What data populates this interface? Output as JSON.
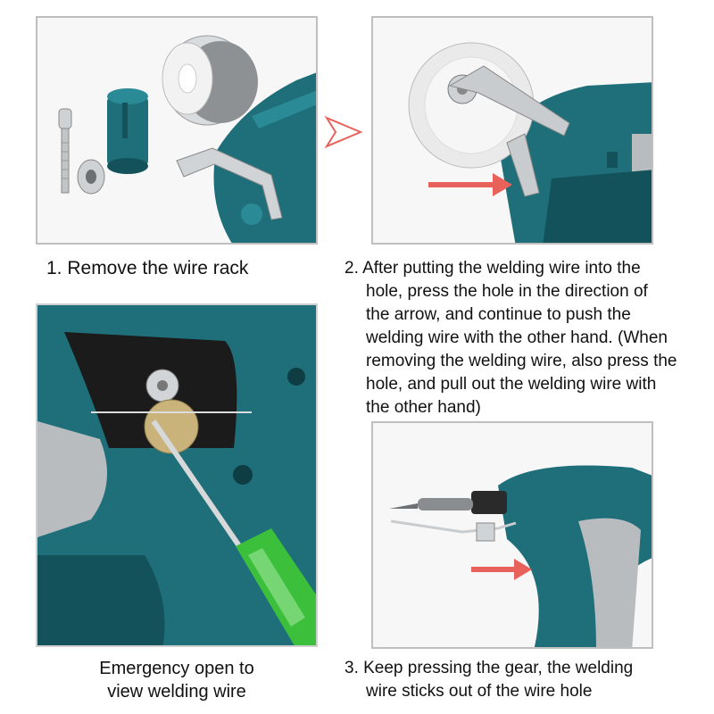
{
  "steps": [
    {
      "id": 1,
      "caption_lines": [
        "1. Remove the wire rack"
      ]
    },
    {
      "id": 2,
      "caption_lines": [
        "2. After putting the welding wire into the",
        "hole, press the hole in the direction of",
        "the arrow, and continue to push the",
        "welding wire with the other hand. (When",
        "removing the welding wire, also press the",
        "hole, and pull out the welding wire with",
        "the other hand)"
      ]
    },
    {
      "id": 3,
      "caption_lines": [
        "Emergency open to",
        "view welding wire"
      ]
    },
    {
      "id": 4,
      "caption_lines": [
        "3. Keep pressing the gear, the welding",
        "wire sticks out of the wire hole"
      ]
    }
  ],
  "colors": {
    "tool_body": "#1e6f7a",
    "tool_body_dark": "#13525b",
    "grip_gray": "#b9bcbe",
    "arrow_red": "#e8615a",
    "screwdriver_green": "#3cbf3a"
  },
  "icons": [
    "next-step-arrow-icon",
    "press-direction-arrow-icon"
  ]
}
